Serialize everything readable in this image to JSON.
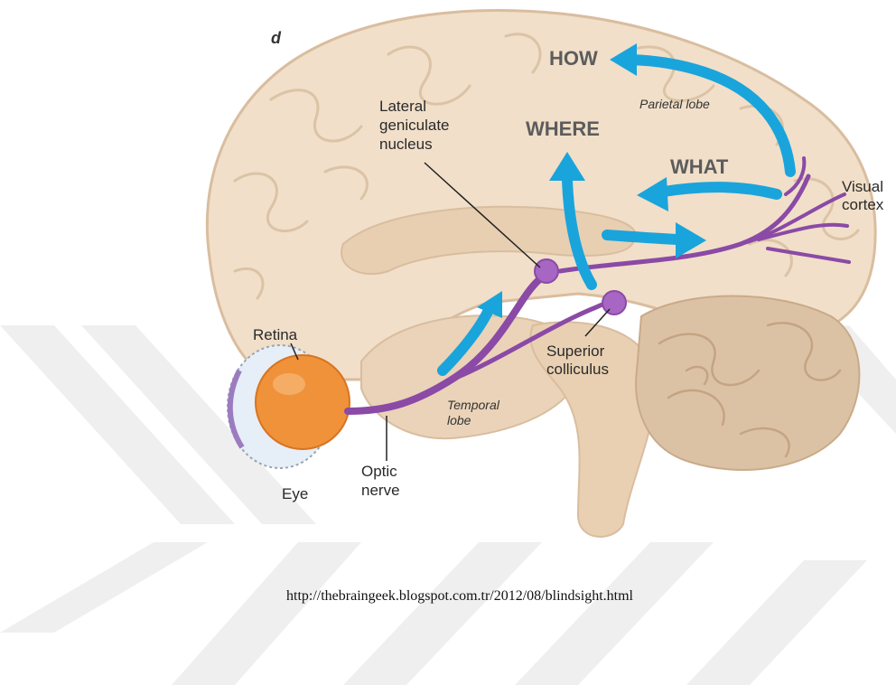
{
  "figure": {
    "panel_letter": "d",
    "labels": {
      "how": "HOW",
      "where": "WHERE",
      "what": "WHAT",
      "parietal_lobe": "Parietal lobe",
      "lgn_line1": "Lateral",
      "lgn_line2": "geniculate",
      "lgn_line3": "nucleus",
      "visual_cortex_line1": "Visual",
      "visual_cortex_line2": "cortex",
      "retina": "Retina",
      "superior_colliculus_line1": "Superior",
      "superior_colliculus_line2": "colliculus",
      "temporal_lobe_line1": "Temporal",
      "temporal_lobe_line2": "lobe",
      "optic_nerve_line1": "Optic",
      "optic_nerve_line2": "nerve",
      "eye": "Eye"
    }
  },
  "source_url": "http://thebraingeek.blogspot.com.tr/2012/08/blindsight.html",
  "colors": {
    "brain": "#f1dfc9",
    "gyri_line": "#d9bd9f",
    "pathway": "#8a4aa6",
    "arrow": "#1aa4dc",
    "eye": "#f0923a",
    "watermark": "#efefef"
  }
}
